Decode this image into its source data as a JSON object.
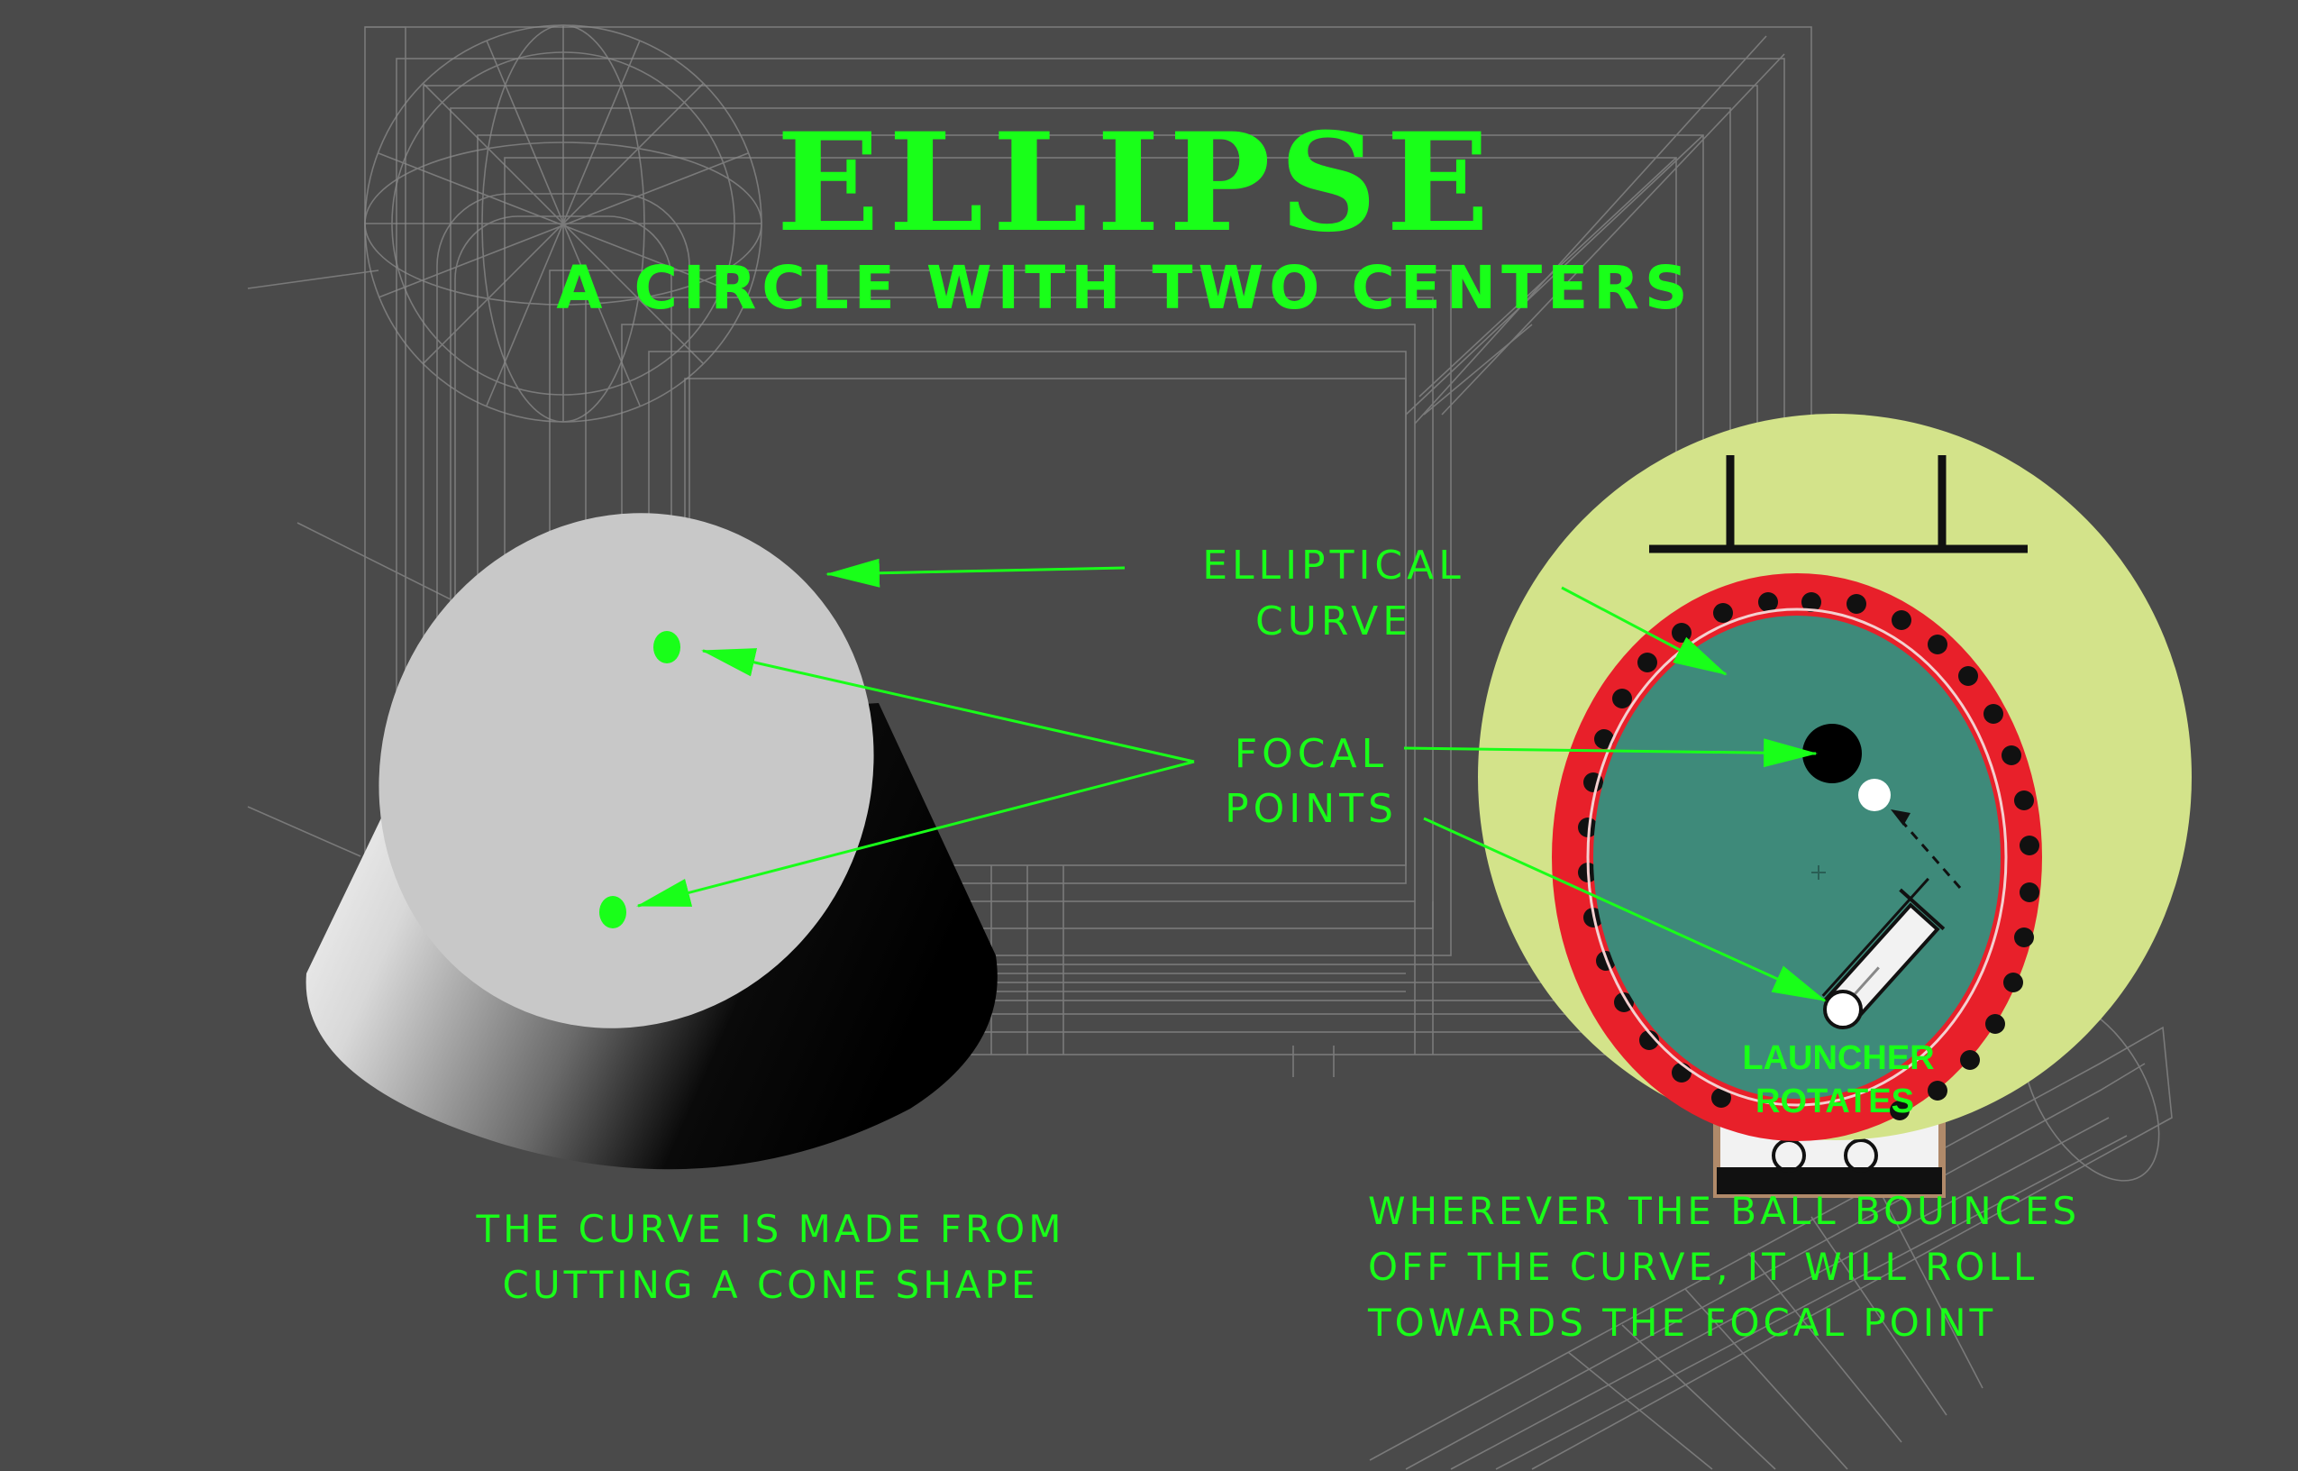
{
  "title": "ELLIPSE",
  "subtitle": "A CIRCLE WITH TWO CENTERS",
  "labels": {
    "elliptical_curve": [
      "ELLIPTICAL",
      "CURVE"
    ],
    "focal_points": [
      "FOCAL",
      "POINTS"
    ],
    "launcher": [
      "LAUNCHER",
      "ROTATES"
    ]
  },
  "captions": {
    "cone": [
      "THE CURVE IS MADE FROM",
      "CUTTING A CONE SHAPE"
    ],
    "bounce": [
      "WHEREVER THE BALL BOUINCES",
      "OFF THE CURVE, IT WILL ROLL",
      "TOWARDS THE FOCAL POINT"
    ]
  },
  "colors": {
    "background": "#4a4a4a",
    "text_green": "#19ff19",
    "table_yellow": "#d3e38a",
    "rail_red": "#e8202a",
    "field_teal": "#3e8a7a",
    "cone_top": "#c8c8c8"
  }
}
